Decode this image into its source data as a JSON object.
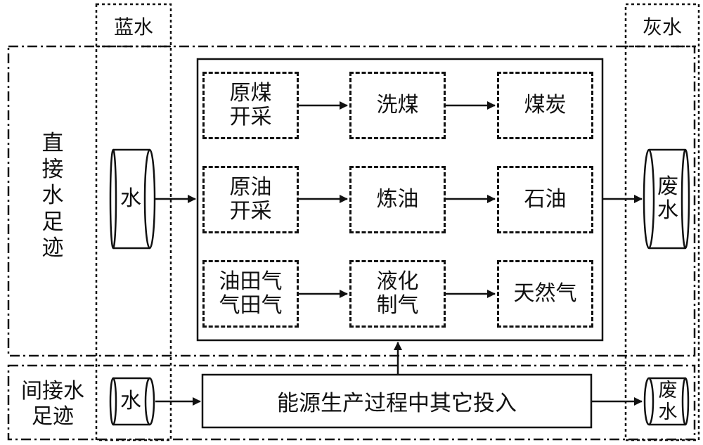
{
  "columns": {
    "blue_water": "蓝水",
    "grey_water": "灰水"
  },
  "rows": {
    "direct_footprint": "直接水足迹",
    "indirect_footprint": "间接水足迹"
  },
  "water_in_direct": "水",
  "water_in_indirect": "水",
  "waste_water_direct": "废\n水",
  "waste_water_indirect": "废\n水",
  "process": {
    "coal": {
      "step1": "原煤\n开采",
      "step2": "洗煤",
      "product": "煤炭"
    },
    "oil": {
      "step1": "原油\n开采",
      "step2": "炼油",
      "product": "石油"
    },
    "gas": {
      "step1": "油田气\n气田气",
      "step2": "液化\n制气",
      "product": "天然气"
    }
  },
  "other_inputs": "能源生产过程中其它投入"
}
